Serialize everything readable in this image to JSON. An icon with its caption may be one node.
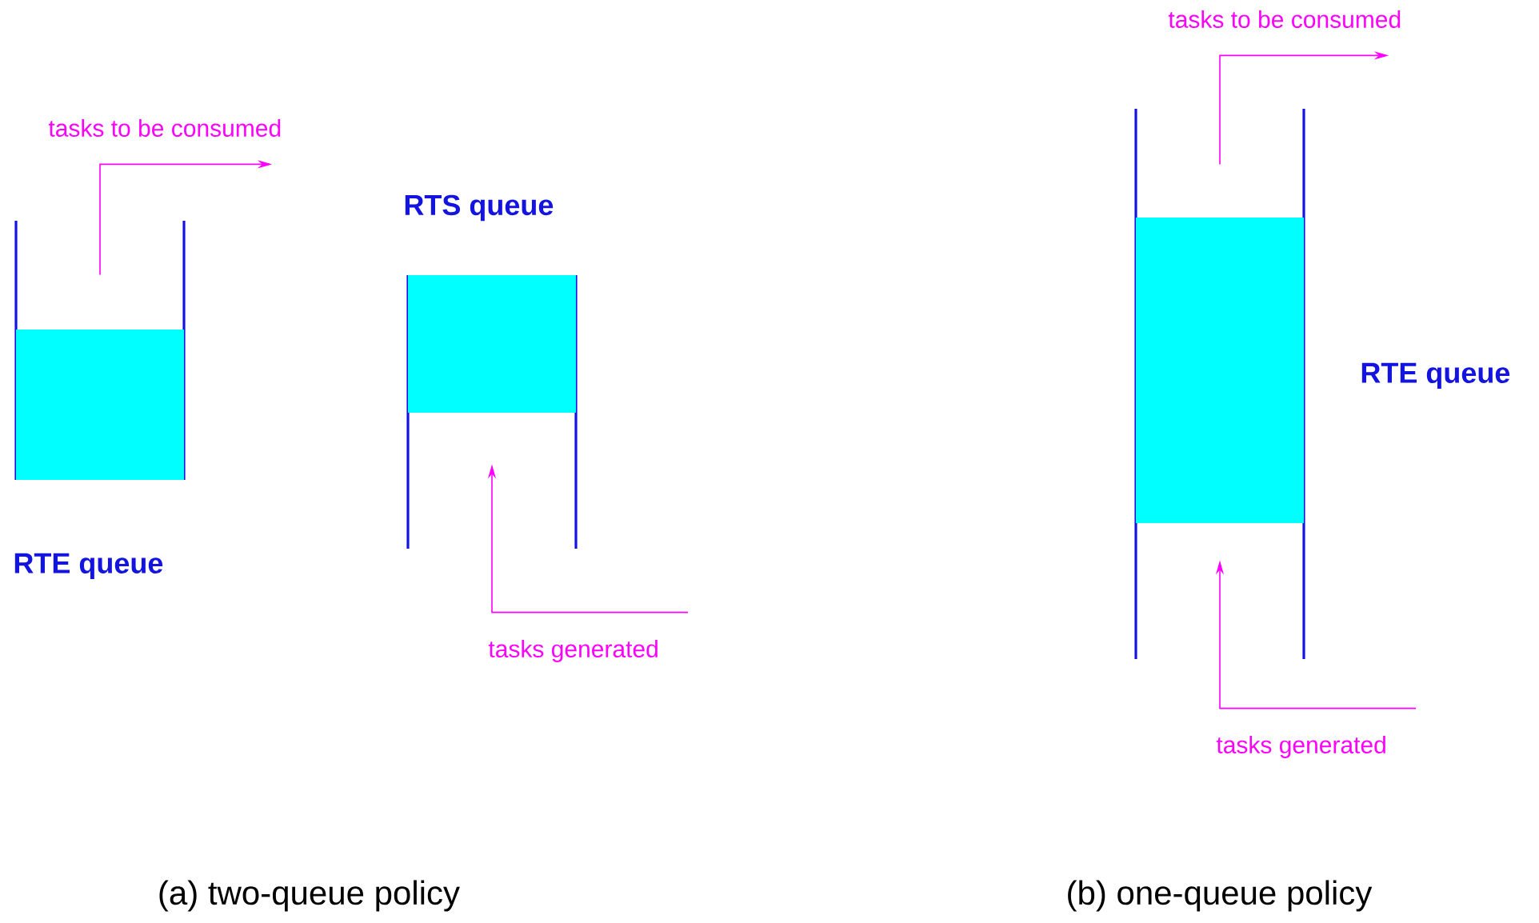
{
  "diagram": {
    "nodes": [
      {
        "text": [
          "RTE queue"
        ]
      },
      {
        "text": [
          "tasks to be consumed"
        ]
      },
      {
        "text": [
          "RTS queue"
        ]
      },
      {
        "text": [
          "tasks generated"
        ]
      },
      {
        "text": [
          "RTE queue"
        ]
      },
      {
        "text": [
          "tasks to be consumed"
        ]
      },
      {
        "text": [
          "tasks generated"
        ]
      }
    ],
    "edges": [
      {
        "from": 0,
        "to": 1,
        "arrow": "to"
      },
      {
        "from": 3,
        "to": 2,
        "arrow": "to"
      },
      {
        "from": 4,
        "to": 5,
        "arrow": "to"
      },
      {
        "from": 6,
        "to": 4,
        "arrow": "to"
      }
    ],
    "labels": [
      "(a) two-queue policy",
      "(b) one-queue policy"
    ]
  }
}
